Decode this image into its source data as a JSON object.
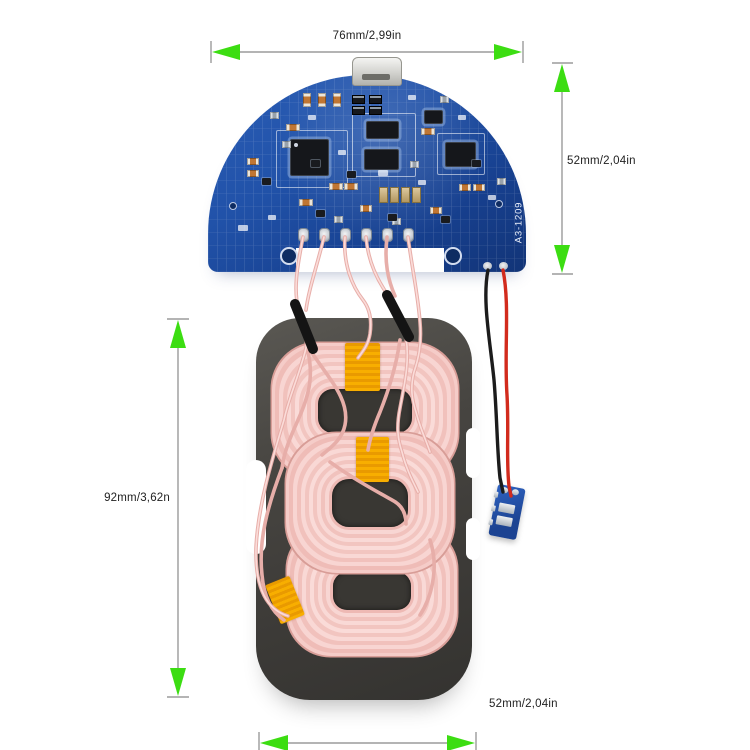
{
  "annotations": {
    "top_width": "76mm/2,99in",
    "board_height": "52mm/2,04in",
    "coil_height": "92mm/3,62n",
    "coil_width": "52mm/2,04in"
  },
  "pcb": {
    "silkscreen_text": "A3-1209"
  },
  "colors": {
    "arrow_green": "#3cdd12",
    "dimension_line_gray": "#9b9b9b",
    "pcb_blue": "#1f4da5",
    "coil_pink": "#f5c9c5",
    "ferrite_gray": "#45433f",
    "tape_orange": "#f6a303",
    "wire_red": "#d22b1d",
    "wire_black": "#1c1c1c"
  }
}
